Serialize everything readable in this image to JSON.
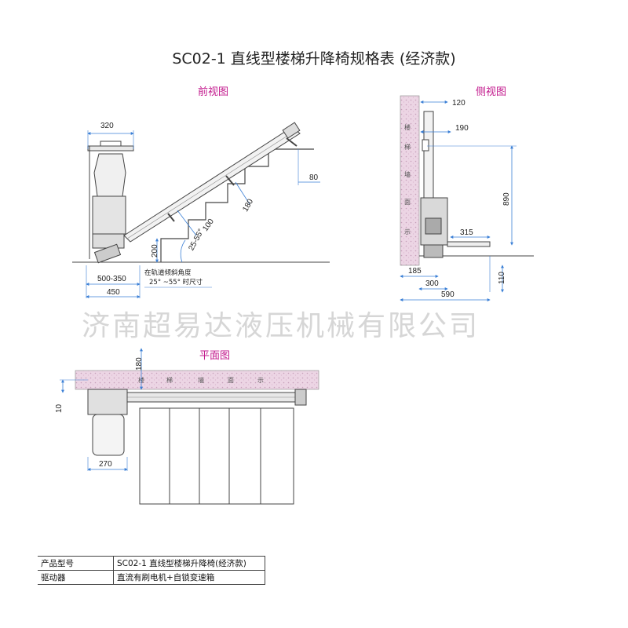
{
  "title": "SC02-1 直线型楼梯升降椅规格表 (经济款)",
  "views": {
    "front": "前视图",
    "side": "侧视图",
    "plan": "平面图"
  },
  "front_dims": {
    "d320": "320",
    "d80": "80",
    "d180": "180",
    "d100": "100",
    "angle": "25-55°",
    "d200": "200",
    "d500_350": "500-350",
    "d450": "450",
    "note1": "在轨道倾斜角度",
    "note2": "25° ~55° 时尺寸"
  },
  "side_dims": {
    "d120": "120",
    "d190": "190",
    "d890": "890",
    "d315": "315",
    "d185": "185",
    "d300": "300",
    "d590": "590",
    "d110": "110",
    "wall": [
      "楼",
      "梯",
      "墙",
      "面",
      "示"
    ]
  },
  "plan_dims": {
    "d180": "180",
    "d10": "10",
    "d270": "270",
    "wall": [
      "楼",
      "梯",
      "墙",
      "面",
      "示"
    ]
  },
  "watermark": "济南超易达液压机械有限公司",
  "spec_table": {
    "rows": [
      {
        "label": "产品型号",
        "value": "SC02-1 直线型楼梯升降椅(经济款)"
      },
      {
        "label": "驱动器",
        "value": "直流有刷电机+自锁变速箱"
      }
    ]
  },
  "colors": {
    "accent": "#c2188c",
    "dimension": "#3a7fd6",
    "wall": "#e9d2e2"
  }
}
